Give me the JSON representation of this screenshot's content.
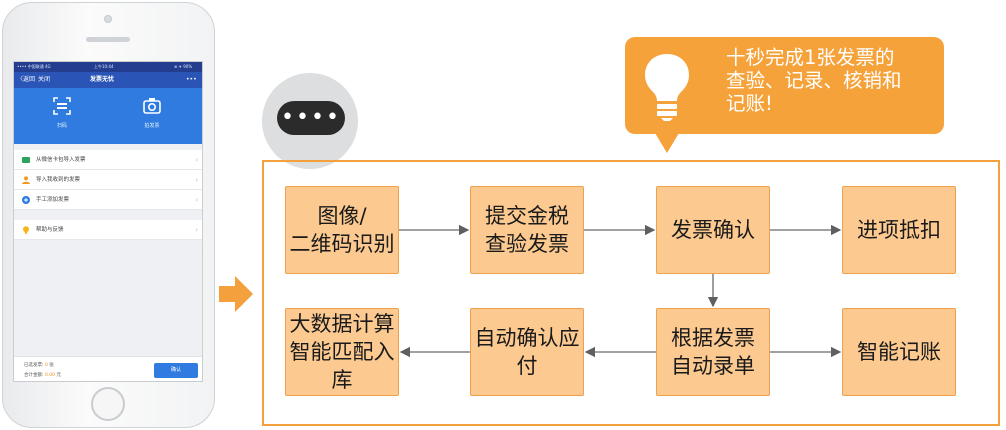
{
  "phone": {
    "status": {
      "carrier": "•••• 中国联通  4G",
      "time": "上午10:44",
      "battery": "⊕ ✈ 90%"
    },
    "nav": {
      "back": "〈返回",
      "close": "关闭",
      "title": "发票无忧",
      "more": "•••"
    },
    "banner": {
      "scan_label": "扫码",
      "photo_label": "拍发票"
    },
    "menu": [
      {
        "label": "从微信卡包导入发票",
        "icon": "wallet-icon",
        "color": "#2aa45b"
      },
      {
        "label": "导入我收到的发票",
        "icon": "person-icon",
        "color": "#f19a22"
      },
      {
        "label": "手工添加发票",
        "icon": "plus-circle-icon",
        "color": "#2f7be0"
      }
    ],
    "menu_help": {
      "label": "帮助与反馈",
      "icon": "lightbulb-icon",
      "color": "#f5b51b"
    },
    "chevron": "›",
    "bottom": {
      "selected_prefix": "已选发票:",
      "selected_value": "0",
      "selected_unit": "张",
      "total_prefix": "合计金额:",
      "total_value": "0.00",
      "total_unit": "元",
      "confirm": "确认"
    }
  },
  "bubble": {
    "dots": "••••"
  },
  "callout": {
    "line1": "十秒完成1张发票的",
    "line2": "查验、记录、核销和",
    "line3": "记账!"
  },
  "flow": {
    "nodes": [
      {
        "id": "n1",
        "line1": "图像/",
        "line2": "二维码识别"
      },
      {
        "id": "n2",
        "line1": "提交金税",
        "line2": "查验发票"
      },
      {
        "id": "n3",
        "line1": "发票确认",
        "line2": ""
      },
      {
        "id": "n4",
        "line1": "进项抵扣",
        "line2": ""
      },
      {
        "id": "n5",
        "line1": "大数据计算",
        "line2": "智能匹配入库"
      },
      {
        "id": "n6",
        "line1": "自动确认应付",
        "line2": ""
      },
      {
        "id": "n7",
        "line1": "根据发票",
        "line2": "自动录单"
      },
      {
        "id": "n8",
        "line1": "智能记账",
        "line2": ""
      }
    ],
    "edges": [
      [
        "n1",
        "n2"
      ],
      [
        "n2",
        "n3"
      ],
      [
        "n3",
        "n4"
      ],
      [
        "n3",
        "n7"
      ],
      [
        "n7",
        "n6"
      ],
      [
        "n6",
        "n5"
      ],
      [
        "n7",
        "n8"
      ]
    ]
  },
  "colors": {
    "accent": "#f4a03c",
    "node_fill": "#fcca90",
    "phone_blue": "#2f7be0"
  }
}
